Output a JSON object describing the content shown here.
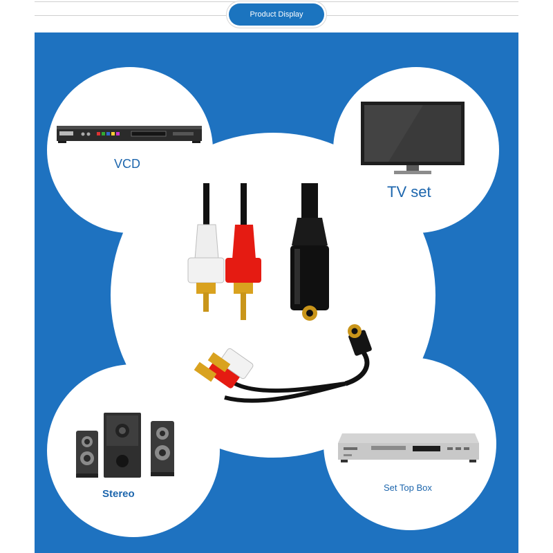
{
  "header": {
    "title": "Product Display"
  },
  "devices": {
    "vcd": {
      "label": "VCD",
      "icon": "dvd-player-icon"
    },
    "tv": {
      "label": "TV set",
      "icon": "tv-monitor-icon"
    },
    "stereo": {
      "label": "Stereo",
      "icon": "speaker-system-icon"
    },
    "settop": {
      "label": "Set Top Box",
      "icon": "set-top-box-icon"
    }
  },
  "product": {
    "icon": "rca-to-3.5mm-cable-icon"
  },
  "colors": {
    "panel_blue": "#1e72c0",
    "pill_blue": "#1b74bf",
    "label_blue": "#1d66ad",
    "rca_red": "#e51b12",
    "rca_white": "#f2f2f2",
    "gold": "#d9a21f"
  }
}
